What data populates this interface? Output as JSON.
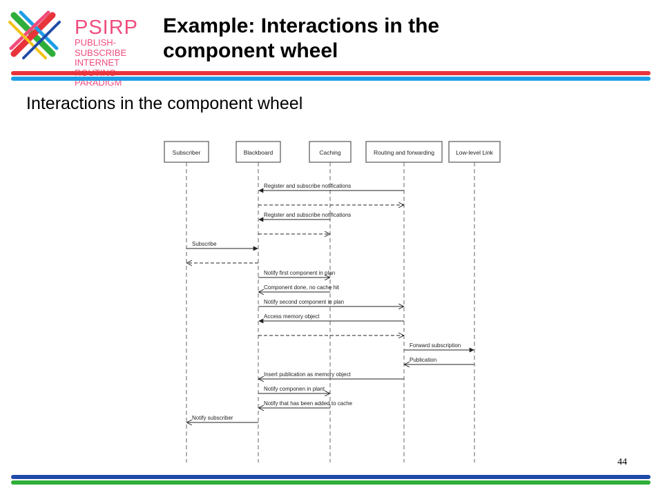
{
  "header": {
    "logo": {
      "name": "PSIRP",
      "sub_lines": [
        "PUBLISH-SUBSCRIBE",
        "INTERNET ROUTING",
        "PARADIGM"
      ]
    },
    "title_lines": [
      "Example: Interactions in the",
      "component wheel"
    ]
  },
  "subtitle": "Interactions in the component wheel",
  "colors": {
    "rule_red": "#e8333b",
    "rule_blue": "#1f9ee6",
    "rule_navy": "#1f4aa8",
    "rule_green": "#2fae3a",
    "logo_pink": "#ef4c7d"
  },
  "diagram": {
    "participants": [
      "Subscriber",
      "Blackboard",
      "Caching",
      "Routing and forwarding",
      "Low-level Link"
    ],
    "messages": [
      {
        "from": 3,
        "to": 1,
        "label": "Register and subscribe notifications",
        "style": "sync"
      },
      {
        "from": 1,
        "to": 3,
        "label": "",
        "style": "return"
      },
      {
        "from": 2,
        "to": 1,
        "label": "Register and subscribe notifications",
        "style": "sync"
      },
      {
        "from": 1,
        "to": 2,
        "label": "",
        "style": "return"
      },
      {
        "from": 0,
        "to": 1,
        "label": "Subscribe",
        "style": "sync"
      },
      {
        "from": 1,
        "to": 0,
        "label": "",
        "style": "return"
      },
      {
        "from": 1,
        "to": 2,
        "label": "Notify first component in plan",
        "style": "async"
      },
      {
        "from": 2,
        "to": 1,
        "label": "Component done, no cache hit",
        "style": "async"
      },
      {
        "from": 1,
        "to": 3,
        "label": "Notify second component in plan",
        "style": "async"
      },
      {
        "from": 3,
        "to": 1,
        "label": "Access memory object",
        "style": "sync"
      },
      {
        "from": 1,
        "to": 3,
        "label": "",
        "style": "return"
      },
      {
        "from": 3,
        "to": 4,
        "label": "Forward subscription",
        "style": "sync"
      },
      {
        "from": 4,
        "to": 3,
        "label": "Publication",
        "style": "async"
      },
      {
        "from": 3,
        "to": 1,
        "label": "Insert publication as memory object",
        "style": "async"
      },
      {
        "from": 1,
        "to": 2,
        "label": "Notify componen in plant",
        "style": "async"
      },
      {
        "from": 2,
        "to": 1,
        "label": "Notify that has been added to cache",
        "style": "async"
      },
      {
        "from": 1,
        "to": 0,
        "label": "Notify subscriber",
        "style": "async"
      }
    ]
  },
  "page_number": "44"
}
